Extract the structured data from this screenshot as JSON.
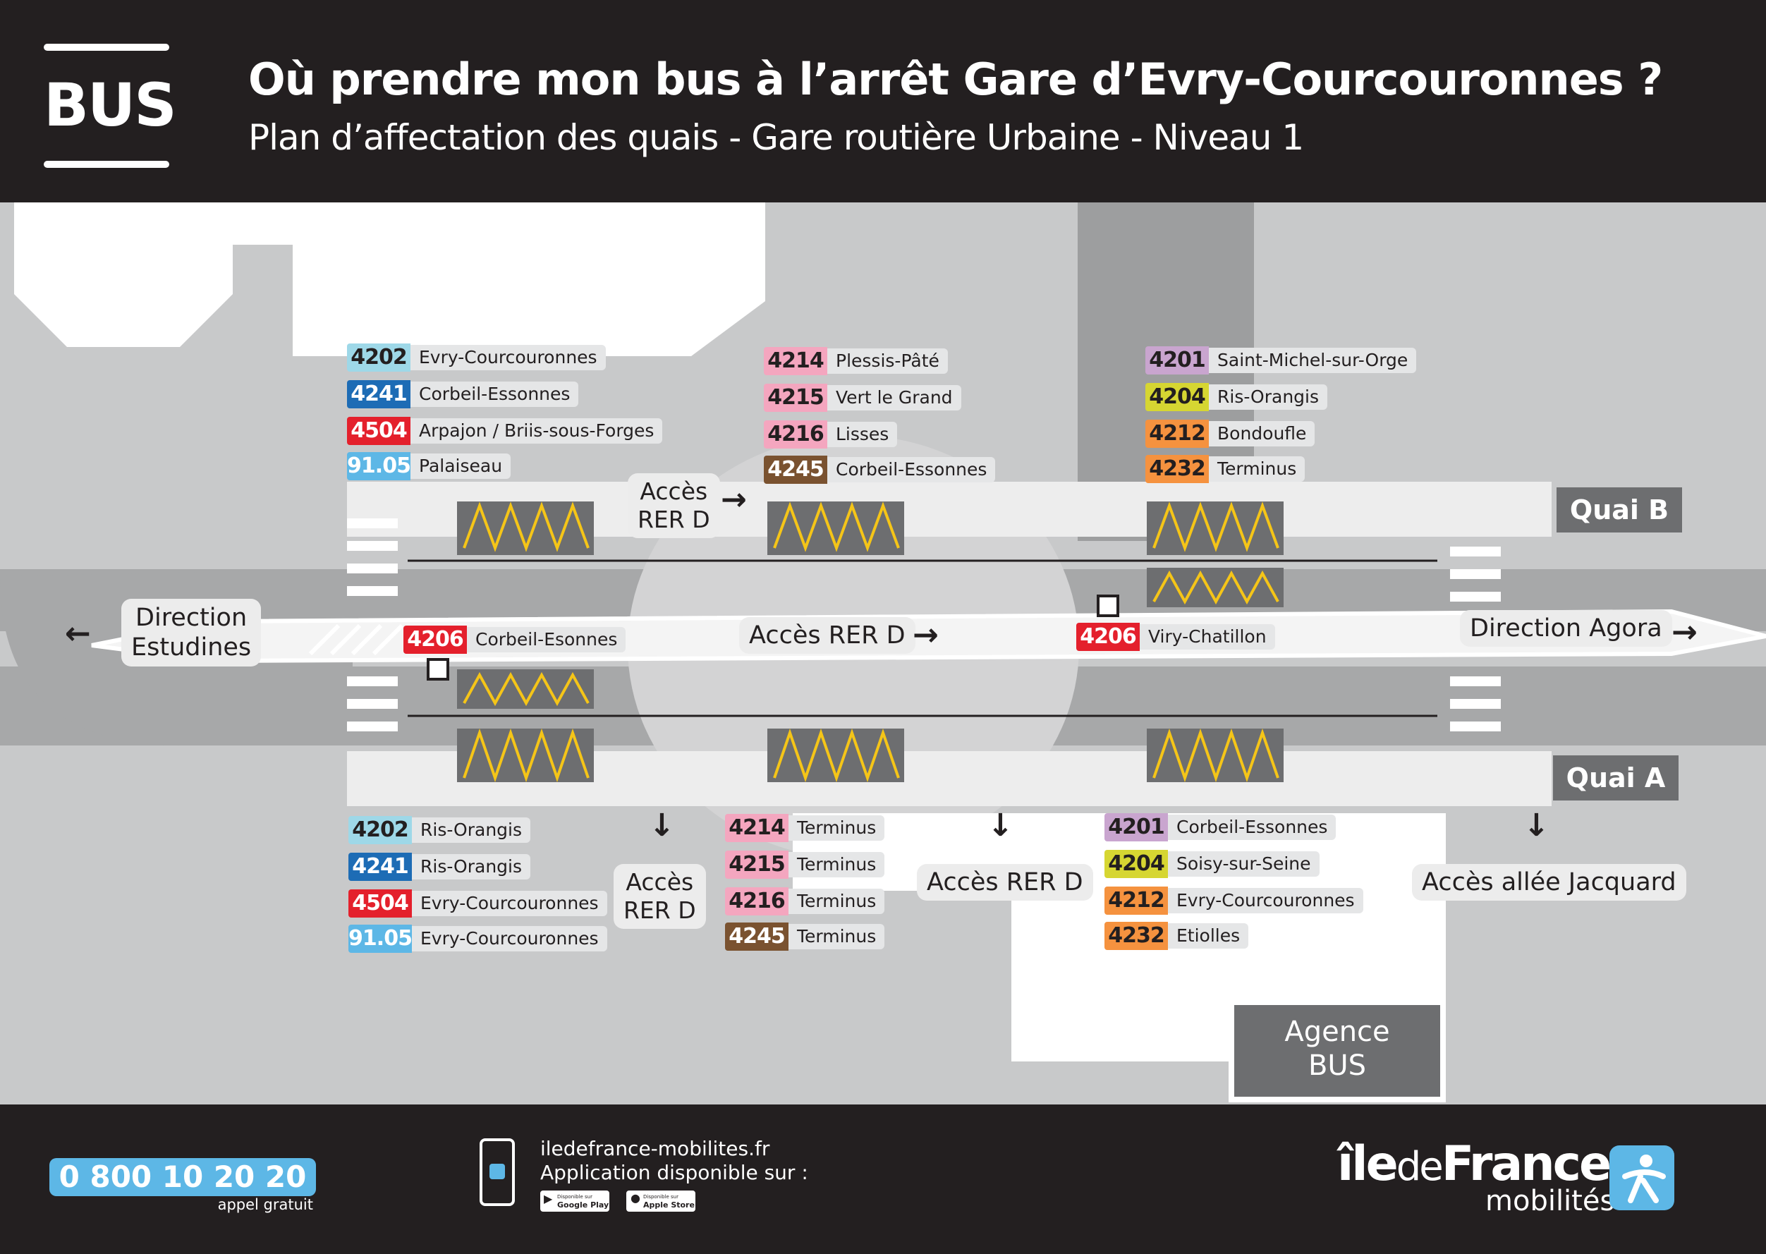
{
  "header": {
    "logo": "BUS",
    "title": "Où prendre mon bus à l’arrêt Gare d’Evry-Courcouronnes ?",
    "subtitle": "Plan d’affectation des quais - Gare routière Urbaine - Niveau 1"
  },
  "colors": {
    "4202": "#9ed8e8",
    "4241": "#1d6cb5",
    "4504": "#e4202c",
    "91.05": "#5db7e6",
    "4214": "#f4a6bf",
    "4215": "#f4a6bf",
    "4216": "#f4a6bf",
    "4245": "#7a5230",
    "4201": "#c9a5cf",
    "4204": "#d6d632",
    "4212": "#f5923f",
    "4232": "#f5923f",
    "4206": "#e4202c"
  },
  "quai_b": {
    "label": "Quai B",
    "group1": [
      {
        "num": "4202",
        "dest": "Evry-Courcouronnes"
      },
      {
        "num": "4241",
        "dest": "Corbeil-Essonnes"
      },
      {
        "num": "4504",
        "dest": "Arpajon / Briis-sous-Forges"
      },
      {
        "num": "91.05",
        "dest": "Palaiseau"
      }
    ],
    "group2": [
      {
        "num": "4214",
        "dest": "Plessis-Pâté"
      },
      {
        "num": "4215",
        "dest": "Vert le Grand"
      },
      {
        "num": "4216",
        "dest": "Lisses"
      },
      {
        "num": "4245",
        "dest": "Corbeil-Essonnes"
      }
    ],
    "group3": [
      {
        "num": "4201",
        "dest": "Saint-Michel-sur-Orge"
      },
      {
        "num": "4204",
        "dest": "Ris-Orangis"
      },
      {
        "num": "4212",
        "dest": "Bondoufle"
      },
      {
        "num": "4232",
        "dest": "Terminus"
      }
    ]
  },
  "quai_a": {
    "label": "Quai A",
    "group1": [
      {
        "num": "4202",
        "dest": "Ris-Orangis"
      },
      {
        "num": "4241",
        "dest": "Ris-Orangis"
      },
      {
        "num": "4504",
        "dest": "Evry-Courcouronnes"
      },
      {
        "num": "91.05",
        "dest": "Evry-Courcouronnes"
      }
    ],
    "group2": [
      {
        "num": "4214",
        "dest": "Terminus"
      },
      {
        "num": "4215",
        "dest": "Terminus"
      },
      {
        "num": "4216",
        "dest": "Terminus"
      },
      {
        "num": "4245",
        "dest": "Terminus"
      }
    ],
    "group3": [
      {
        "num": "4201",
        "dest": "Corbeil-Essonnes"
      },
      {
        "num": "4204",
        "dest": "Soisy-sur-Seine"
      },
      {
        "num": "4212",
        "dest": "Evry-Courcouronnes"
      },
      {
        "num": "4232",
        "dest": "Etiolles"
      }
    ]
  },
  "central": {
    "left": {
      "num": "4206",
      "dest": "Corbeil-Esonnes"
    },
    "right": {
      "num": "4206",
      "dest": "Viry-Chatillon"
    }
  },
  "labels": {
    "direction_left": "Direction\nEstudines",
    "direction_right": "Direction Agora",
    "acces_rer_top": "Accès\nRER D",
    "acces_rer_center": "Accès RER D",
    "acces_rer_bottom_left": "Accès\nRER D",
    "acces_rer_bottom_mid": "Accès RER D",
    "acces_jacquard": "Accès allée Jacquard",
    "agence": "Agence\nBUS"
  },
  "footer": {
    "phone": "0 800 10 20 20",
    "phone_note": "appel gratuit",
    "website": "iledefrance-mobilites.fr",
    "app_text": "Application disponible sur :",
    "google_play_small": "Disponible sur",
    "google_play": "Google Play",
    "apple_small": "Disponible sur",
    "apple_store": "Apple Store",
    "brand_ile": "île",
    "brand_de": "de",
    "brand_france": "France",
    "brand_mobilites": "mobilités"
  }
}
